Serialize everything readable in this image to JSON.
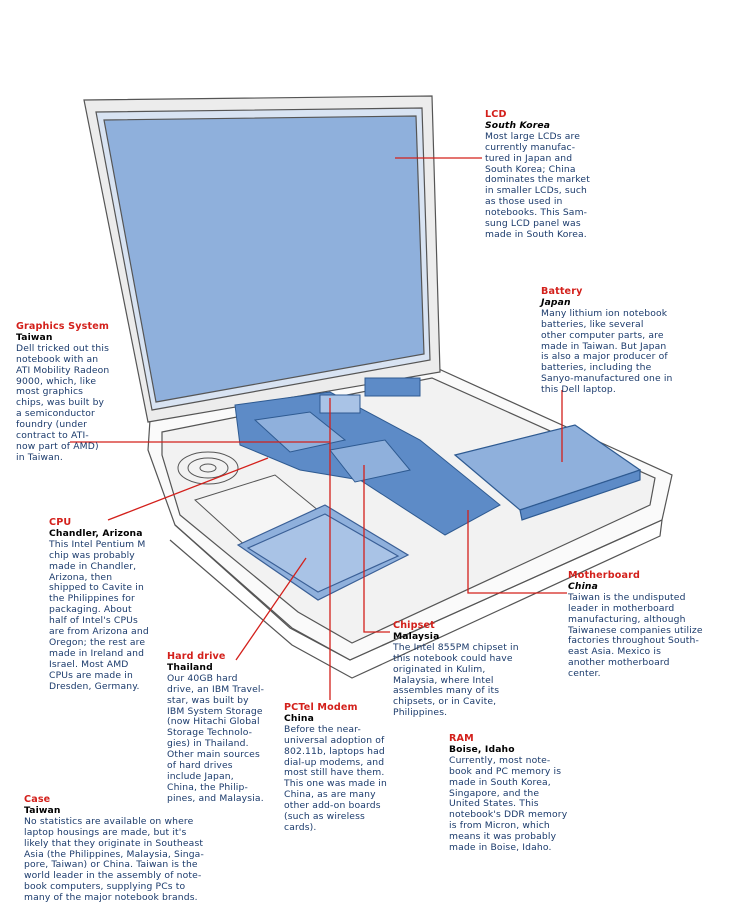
{
  "callouts": {
    "lcd": {
      "title": "LCD",
      "place": "South Korea",
      "desc": "Most large LCDs are\ncurrently manufac-\ntured in Japan and\nSouth Korea; China\ndominates the market\nin smaller LCDs, such\nas those used in\nnotebooks. This Sam-\nsung LCD panel was\nmade in South Korea."
    },
    "battery": {
      "title": "Battery",
      "place": "Japan",
      "desc": "Many lithium ion notebook\nbatteries, like several\nother computer parts, are\nmade in Taiwan. But Japan\nis also a major producer of\nbatteries, including the\nSanyo-manufactured one in\nthis Dell laptop."
    },
    "graphics": {
      "title": "Graphics System",
      "place": "Taiwan",
      "desc": "Dell tricked out this\nnotebook with an\nATI Mobility Radeon\n9000, which, like\nmost graphics\nchips, was built by\na semiconductor\nfoundry (under\ncontract to ATI-\nnow part of AMD)\nin Taiwan."
    },
    "cpu": {
      "title": "CPU",
      "place": "Chandler, Arizona",
      "desc": "This Intel Pentium M\nchip was probably\nmade in Chandler,\nArizona, then\nshipped to Cavite in\nthe Philippines for\npackaging. About\nhalf of Intel's CPUs\nare from Arizona and\nOregon; the rest are\nmade in Ireland and\nIsrael. Most AMD\nCPUs are made in\nDresden, Germany."
    },
    "motherboard": {
      "title": "Motherboard",
      "place": "China",
      "desc": "Taiwan is the undisputed\nleader in motherboard\nmanufacturing, although\nTaiwanese companies utilize\nfactories throughout South-\neast Asia. Mexico is\nanother motherboard\ncenter."
    },
    "chipset": {
      "title": "Chipset",
      "place": "Malaysia",
      "desc": "The Intel 855PM chipset in\nthis notebook could have\noriginated in Kulim,\nMalaysia, where Intel\nassembles many of its\nchipsets, or in Cavite,\nPhilippines."
    },
    "harddrive": {
      "title": "Hard drive",
      "place": "Thailand",
      "desc": "Our 40GB hard\ndrive, an IBM Travel-\nstar, was built by\nIBM System Storage\n(now Hitachi Global\nStorage Technolo-\ngies) in Thailand.\nOther main sources\nof hard drives\ninclude Japan,\nChina, the Philip-\npines, and Malaysia."
    },
    "modem": {
      "title": "PCTel Modem",
      "place": "China",
      "desc": "Before the near-\nuniversal adoption of\n802.11b, laptops had\ndial-up modems, and\nmost still have them.\nThis one was made in\nChina, as are many\nother add-on boards\n(such as wireless\ncards)."
    },
    "ram": {
      "title": "RAM",
      "place": "Boise, Idaho",
      "desc": "Currently, most note-\nbook and PC memory is\nmade in South Korea,\nSingapore, and the\nUnited States. This\nnotebook's DDR memory\nis from Micron, which\nmeans it was probably\nmade in Boise, Idaho."
    },
    "case": {
      "title": "Case",
      "place": "Taiwan",
      "desc": "No statistics are available on where\nlaptop housings are made, but it's\nlikely that they originate in Southeast\nAsia (the Philippines, Malaysia, Singa-\npore, Taiwan) or China. Taiwan is the\nworld leader in the assembly of note-\nbook computers, supplying PCs to\nmany of the major notebook brands."
    }
  },
  "colors": {
    "accent": "#d3201b",
    "text": "#1a3a6b",
    "highlight": "#8fb0dc",
    "outline": "#555555"
  }
}
